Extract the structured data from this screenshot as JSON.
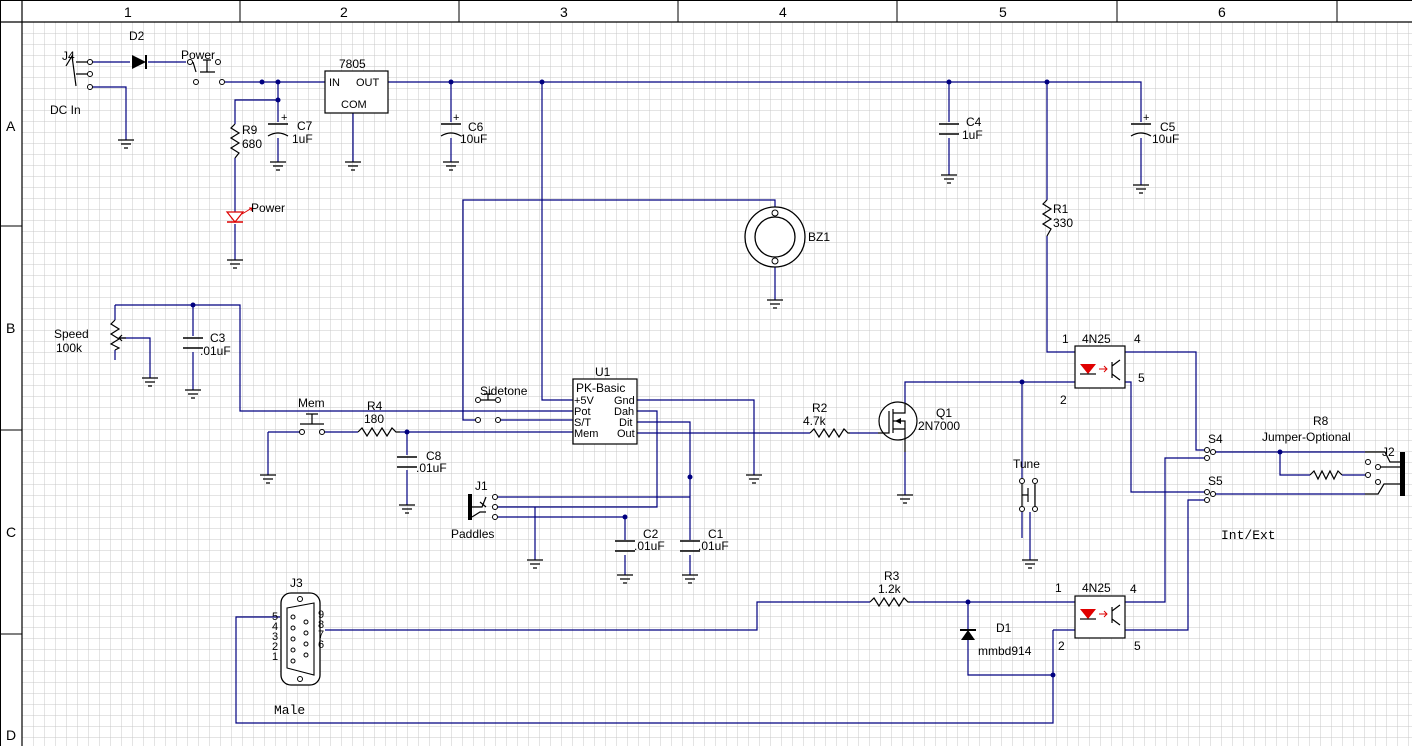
{
  "border": {
    "columns": [
      "1",
      "2",
      "3",
      "4",
      "5",
      "6"
    ],
    "rows": [
      "A",
      "B",
      "C",
      "D"
    ]
  },
  "components": {
    "j4": {
      "ref": "J4",
      "value": "DC In"
    },
    "d2": {
      "ref": "D2"
    },
    "power_switch": {
      "ref": "Power"
    },
    "reg": {
      "ref": "7805",
      "in": "IN",
      "out": "OUT",
      "com": "COM"
    },
    "r9": {
      "ref": "R9",
      "value": "680"
    },
    "c7": {
      "ref": "C7",
      "value": "1uF"
    },
    "c6": {
      "ref": "C6",
      "value": "10uF"
    },
    "c4": {
      "ref": "C4",
      "value": "1uF"
    },
    "c5": {
      "ref": "C5",
      "value": "10uF"
    },
    "led_power": {
      "ref": "Power"
    },
    "bz1": {
      "ref": "BZ1"
    },
    "r1": {
      "ref": "R1",
      "value": "330"
    },
    "speed": {
      "ref": "Speed",
      "value": "100k"
    },
    "c3": {
      "ref": "C3",
      "value": ".01uF"
    },
    "mem": {
      "ref": "Mem"
    },
    "r4": {
      "ref": "R4",
      "value": "180"
    },
    "c8": {
      "ref": "C8",
      "value": ".01uF"
    },
    "sidetone": {
      "ref": "Sidetone"
    },
    "u1": {
      "ref": "U1",
      "name": "PK-Basic",
      "p5v": "+5V",
      "pot": "Pot",
      "st": "S/T",
      "mem": "Mem",
      "gnd": "Gnd",
      "dah": "Dah",
      "dit": "Dit",
      "out": "Out"
    },
    "j1": {
      "ref": "J1",
      "value": "Paddles"
    },
    "c2": {
      "ref": "C2",
      "value": ".01uF"
    },
    "c1": {
      "ref": "C1",
      "value": ".01uF"
    },
    "r2": {
      "ref": "R2",
      "value": "4.7k"
    },
    "q1": {
      "ref": "Q1",
      "value": "2N7000"
    },
    "u_top": {
      "ref": "4N25",
      "p1": "1",
      "p2": "2",
      "p4": "4",
      "p5": "5"
    },
    "u_bot": {
      "ref": "4N25",
      "p1": "1",
      "p2": "2",
      "p4": "4",
      "p5": "5"
    },
    "tune": {
      "ref": "Tune"
    },
    "s4": {
      "ref": "S4"
    },
    "s5": {
      "ref": "S5"
    },
    "r8": {
      "ref": "R8",
      "value": "Jumper-Optional"
    },
    "j2": {
      "ref": "J2"
    },
    "int_ext": {
      "label": "Int/Ext"
    },
    "r3": {
      "ref": "R3",
      "value": "1.2k"
    },
    "d1": {
      "ref": "D1",
      "value": "mmbd914"
    },
    "j3": {
      "ref": "J3",
      "value": "Male",
      "pins_left": [
        "5",
        "4",
        "3",
        "2",
        "1"
      ],
      "pins_right": [
        "9",
        "8",
        "7",
        "6"
      ]
    }
  }
}
